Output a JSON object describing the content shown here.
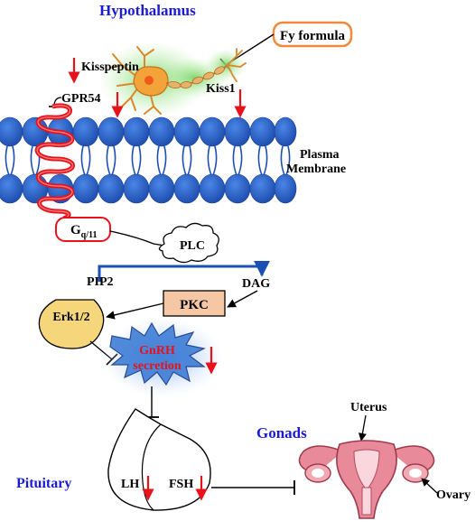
{
  "labels": {
    "hypothalamus": "Hypothalamus",
    "fy_formula": "Fy formula",
    "kisspeptin": "Kisspeptin",
    "kiss1": "Kiss1",
    "gpr54": "GPR54",
    "plasma": "Plasma",
    "membrane": "Membrane",
    "gq_main": "G",
    "gq_sub": "q/11",
    "plc": "PLC",
    "pip2": "PIP2",
    "dag": "DAG",
    "pkc": "PKC",
    "erk": "Erk1/2",
    "gnrh_line1": "GnRH",
    "gnrh_line2": "secretion",
    "uterus": "Uterus",
    "gonads": "Gonads",
    "ovary": "Ovary",
    "pituitary": "Pituitary",
    "lh": "LH",
    "fsh": "FSH"
  },
  "colors": {
    "title_blue": "#1a1ad8",
    "arrow_red": "#e8121b",
    "membrane_blue": "#2a63c7",
    "receptor_red": "#e8121b",
    "pkc_fill": "#f6c7a4",
    "erk_fill": "#f6d67a",
    "gnrh_glow": "#8fb8f0",
    "neuron_glow": "#9de28f",
    "uterus_pink": "#e98a9a",
    "pathway_blue": "#1a4fb3"
  }
}
